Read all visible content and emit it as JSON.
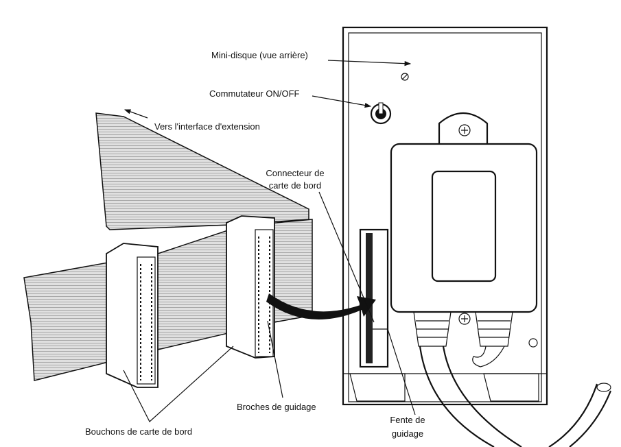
{
  "labels": {
    "mini_disk": "Mini-disque (vue arrière)",
    "switch": "Commutateur ON/OFF",
    "to_interface": "Vers l'interface d'extension",
    "edge_connector_1": "Connecteur de",
    "edge_connector_2": "carte de bord",
    "guide_pins": "Broches de guidage",
    "edge_plugs": "Bouchons de carte de bord",
    "guide_slot_1": "Fente de",
    "guide_slot_2": "guidage"
  },
  "colors": {
    "ink": "#111111",
    "ribbon": "#d8d8d8",
    "paper": "#ffffff"
  }
}
